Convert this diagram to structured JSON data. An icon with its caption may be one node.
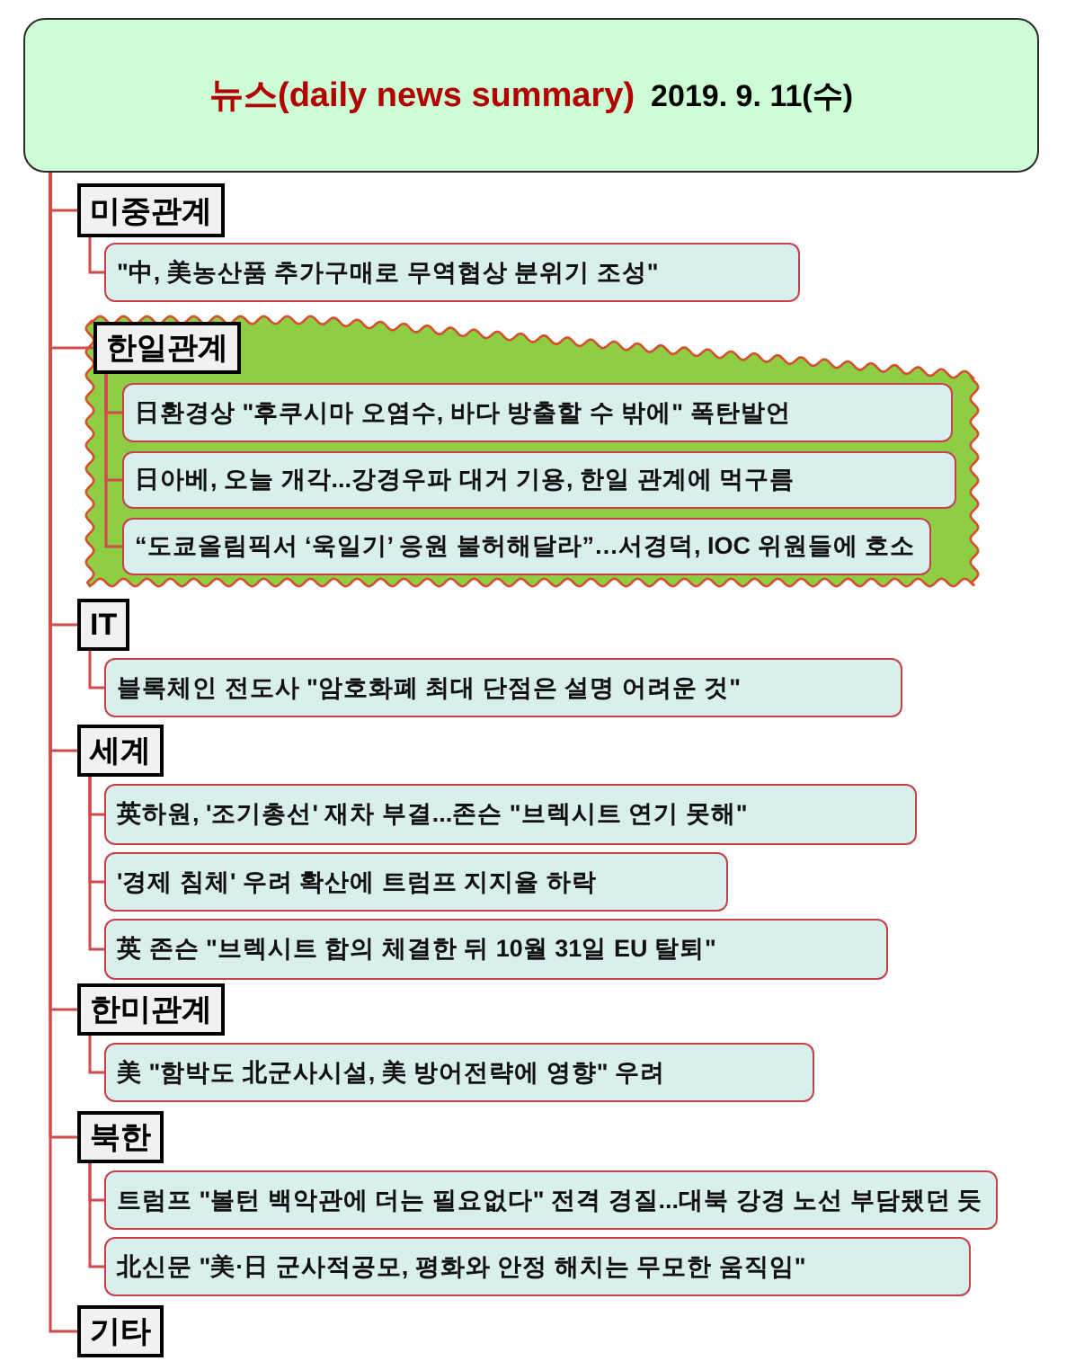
{
  "diagram": {
    "nodes": [
      {
        "text": [
          "뉴스(daily news summary)",
          "2019. 9. 11(수)"
        ]
      },
      {
        "text": [
          "미중관계"
        ]
      },
      {
        "text": [
          "\"中, 美농산품 추가구매로 무역협상 분위기 조성\""
        ]
      },
      {
        "text": [],
        "shape": "cloud"
      },
      {
        "text": [
          "한일관계"
        ],
        "in": 3
      },
      {
        "text": [
          "日환경상 \"후쿠시마 오염수, 바다 방출할 수 밖에\" 폭탄발언"
        ],
        "in": 3
      },
      {
        "text": [
          "日아베, 오늘 개각...강경우파 대거 기용, 한일 관계에 먹구름"
        ],
        "in": 3
      },
      {
        "text": [
          "“도쿄올림픽서 ‘욱일기’ 응원 불허해달라”…서경덕, IOC 위원들에 호소"
        ],
        "in": 3
      },
      {
        "text": [
          "IT"
        ]
      },
      {
        "text": [
          "블록체인 전도사 \"암호화폐 최대 단점은 설명 어려운 것\""
        ]
      },
      {
        "text": [
          "세계"
        ]
      },
      {
        "text": [
          "英하원, '조기총선' 재차 부결...존슨 \"브렉시트 연기 못해\""
        ]
      },
      {
        "text": [
          "'경제 침체' 우려 확산에 트럼프 지지율 하락"
        ]
      },
      {
        "text": [
          "英 존슨 \"브렉시트 합의 체결한 뒤 10월 31일 EU 탈퇴\""
        ]
      },
      {
        "text": [
          "한미관계"
        ]
      },
      {
        "text": [
          "美 \"함박도 北군사시설, 美 방어전략에 영향\" 우려"
        ]
      },
      {
        "text": [
          "북한"
        ]
      },
      {
        "text": [
          "트럼프 \"볼턴 백악관에 더는 필요없다\" 전격 경질...대북 강경 노선 부담됐던 듯"
        ]
      },
      {
        "text": [
          "北신문 \"美·日 군사적공모, 평화와 안정 해치는 무모한 움직임\""
        ]
      },
      {
        "text": [
          "기타"
        ]
      }
    ],
    "edges": [
      {
        "from": 0,
        "to": 1,
        "arrow": "none"
      },
      {
        "from": 1,
        "to": 2,
        "arrow": "none"
      },
      {
        "from": 0,
        "to": 4,
        "arrow": "none"
      },
      {
        "from": 4,
        "to": 5,
        "arrow": "none"
      },
      {
        "from": 4,
        "to": 6,
        "arrow": "none"
      },
      {
        "from": 4,
        "to": 7,
        "arrow": "none"
      },
      {
        "from": 0,
        "to": 8,
        "arrow": "none"
      },
      {
        "from": 8,
        "to": 9,
        "arrow": "none"
      },
      {
        "from": 0,
        "to": 10,
        "arrow": "none"
      },
      {
        "from": 10,
        "to": 11,
        "arrow": "none"
      },
      {
        "from": 10,
        "to": 12,
        "arrow": "none"
      },
      {
        "from": 10,
        "to": 13,
        "arrow": "none"
      },
      {
        "from": 0,
        "to": 14,
        "arrow": "none"
      },
      {
        "from": 14,
        "to": 15,
        "arrow": "none"
      },
      {
        "from": 0,
        "to": 16,
        "arrow": "none"
      },
      {
        "from": 16,
        "to": 17,
        "arrow": "none"
      },
      {
        "from": 16,
        "to": 18,
        "arrow": "none"
      },
      {
        "from": 0,
        "to": 19,
        "arrow": "none"
      }
    ]
  }
}
